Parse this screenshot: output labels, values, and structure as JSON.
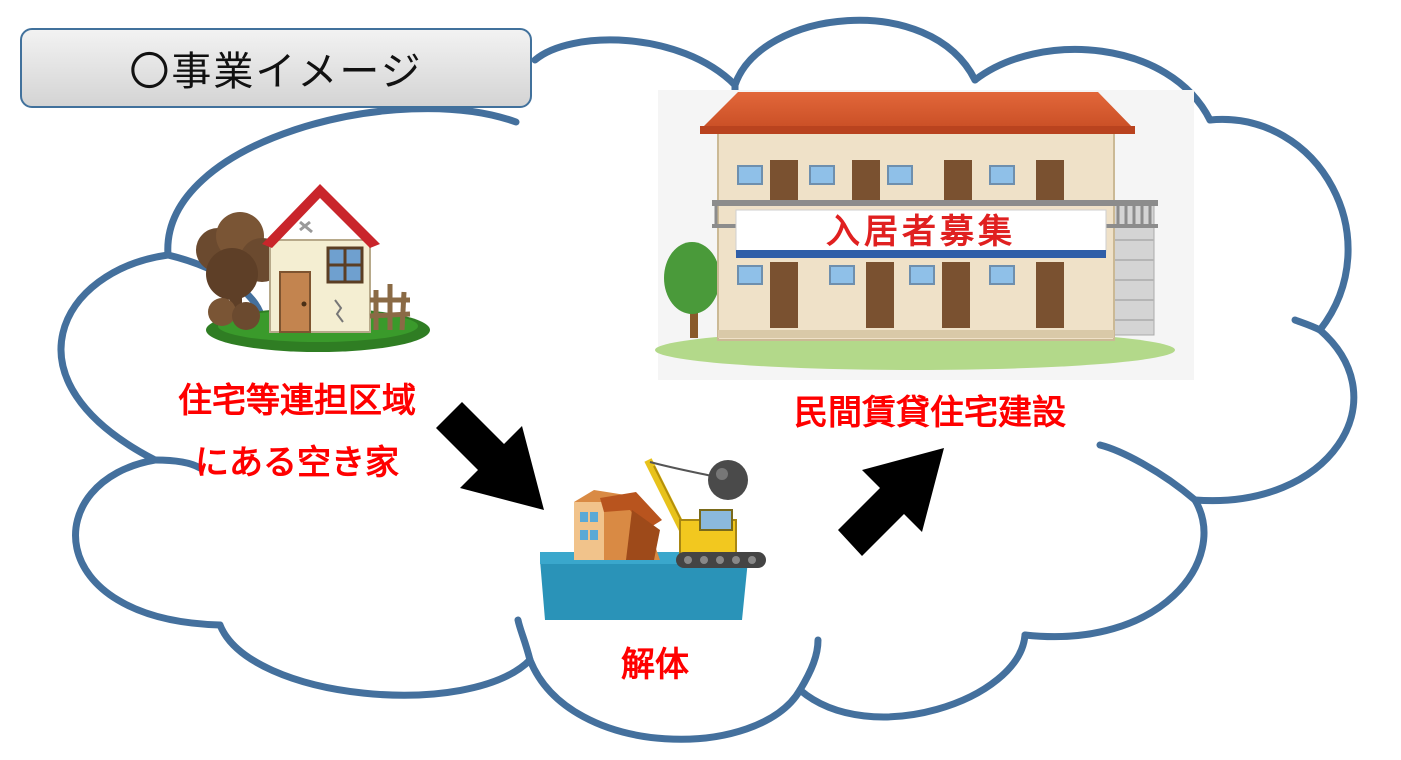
{
  "title": "〇事業イメージ",
  "steps": {
    "vacant_house": {
      "line1": "住宅等連担区域",
      "line2": "にある空き家",
      "icon": "old-house-icon"
    },
    "demolition": {
      "label": "解体",
      "icon": "demolition-crane-icon"
    },
    "rental_construction": {
      "label": "民間賃貸住宅建設",
      "icon": "apartment-building-icon"
    }
  },
  "apartment_banner": "入居者募集",
  "colors": {
    "cloud_outline": "#44709d",
    "label_red": "#ff0000",
    "arrow": "#000000"
  }
}
